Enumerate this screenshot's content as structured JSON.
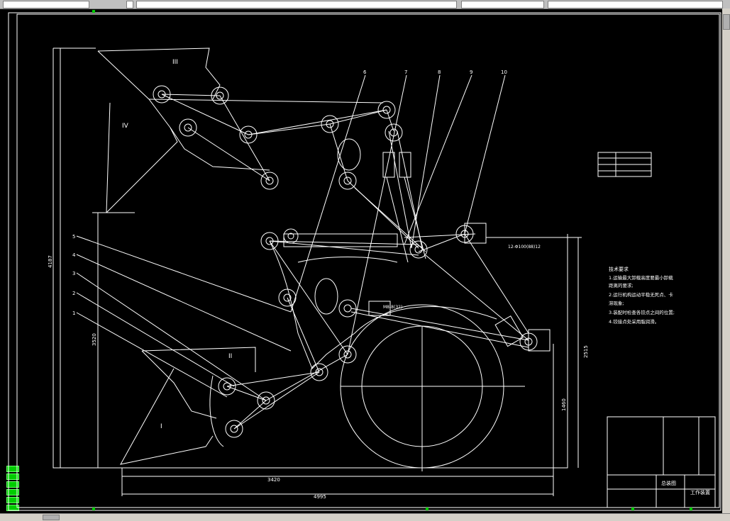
{
  "colors": {
    "background": "#000000",
    "line": "#ffffff",
    "accent_green": "#00cc00"
  },
  "drawing": {
    "roman_labels": [
      "III",
      "IV",
      "II",
      "I"
    ],
    "part_numbers_left": [
      "5",
      "4",
      "3",
      "2",
      "1"
    ],
    "part_numbers_top": [
      "6",
      "7",
      "8",
      "9",
      "10"
    ],
    "dimensions": {
      "height_total": "4187",
      "height_left": "3520",
      "height_right": "2515",
      "height_small": "1460",
      "width_inner": "3420",
      "width_total": "4995",
      "callout_center": "M8-8(32)",
      "callout_right": "12-Φ100(88)12"
    },
    "technical_requirements": {
      "title": "技术要求",
      "items": [
        "1.运输最大卸载高度要最小卸载",
        "距离的要求;",
        "2.运行机构运动平稳无死点、卡",
        "滞现象;",
        "3.装配时检查各铰点之间的位置;",
        "4.铰接点处采用脂润滑。"
      ]
    },
    "title_block": {
      "assembly_label": "总装图",
      "drawing_title": "工作装置"
    }
  }
}
